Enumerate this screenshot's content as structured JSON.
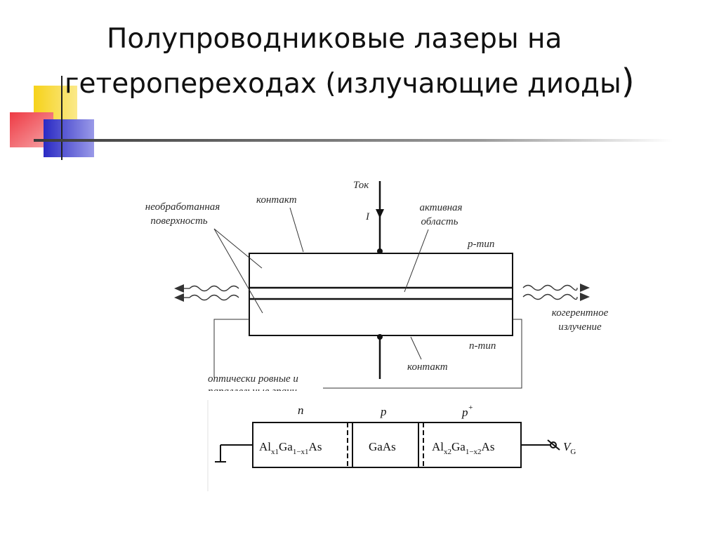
{
  "slide": {
    "title_line1": "Полупроводниковые лазеры на",
    "title_line2": "гетеропереходах (излучающие  диоды",
    "title_paren": ")"
  },
  "laser": {
    "current_label": "Ток",
    "current_symbol": "I",
    "contact_top": "контакт",
    "contact_bottom": "контакт",
    "rough_surface_1": "необработанная",
    "rough_surface_2": "поверхность",
    "active_region_1": "активная",
    "active_region_2": "область",
    "p_type": "p-тип",
    "n_type": "n-тип",
    "coherent_1": "когерентное",
    "coherent_2": "излучение",
    "optical_faces_1": "оптически ровные и",
    "optical_faces_2": "параллельные грани"
  },
  "heterostructure": {
    "region_n_label": "n",
    "region_p_label": "p",
    "region_p_plus_label": "p",
    "region_p_plus_sup": "+",
    "layer1": {
      "a": "Al",
      "s1": "x1",
      "b": "Ga",
      "s2": "1−x1",
      "c": "As"
    },
    "layer2": "GaAs",
    "layer3": {
      "a": "Al",
      "s1": "x2",
      "b": "Ga",
      "s2": "1−x2",
      "c": "As"
    },
    "voltage_symbol": "V",
    "voltage_sub": "G"
  },
  "colors": {
    "accent_yellow": "#f7d716",
    "accent_red": "#f0464c",
    "accent_blue": "#3434c8",
    "rule_line": "#555555"
  }
}
